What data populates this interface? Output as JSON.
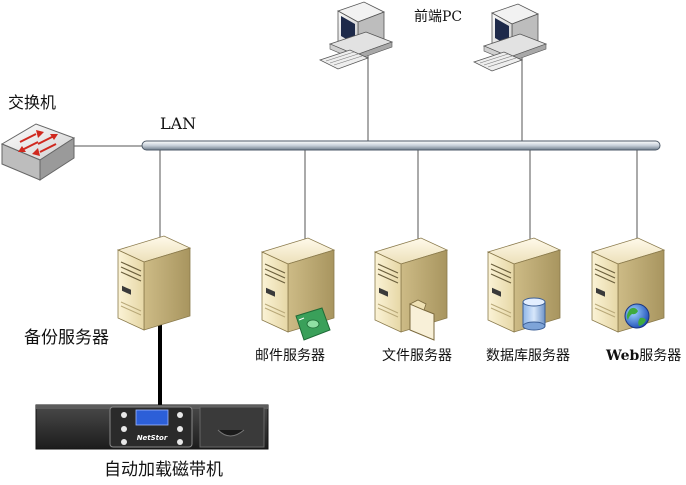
{
  "labels": {
    "front_pc": "前端PC",
    "switch": "交换机",
    "lan": "LAN",
    "backup_server": "备份服务器",
    "mail_server": "邮件服务器",
    "file_server": "文件服务器",
    "db_server": "数据库服务器",
    "web_server": "Web服务器",
    "tape_library": "自动加载磁带机",
    "tape_brand": "NetStor"
  },
  "icons": {
    "pc": "desktop-computer-icon",
    "switch": "network-switch-icon",
    "server": "tower-server-icon",
    "mail": "envelope-icon",
    "file": "folder-icon",
    "database": "database-cylinder-icon",
    "web": "globe-icon",
    "tape": "tape-library-icon"
  }
}
